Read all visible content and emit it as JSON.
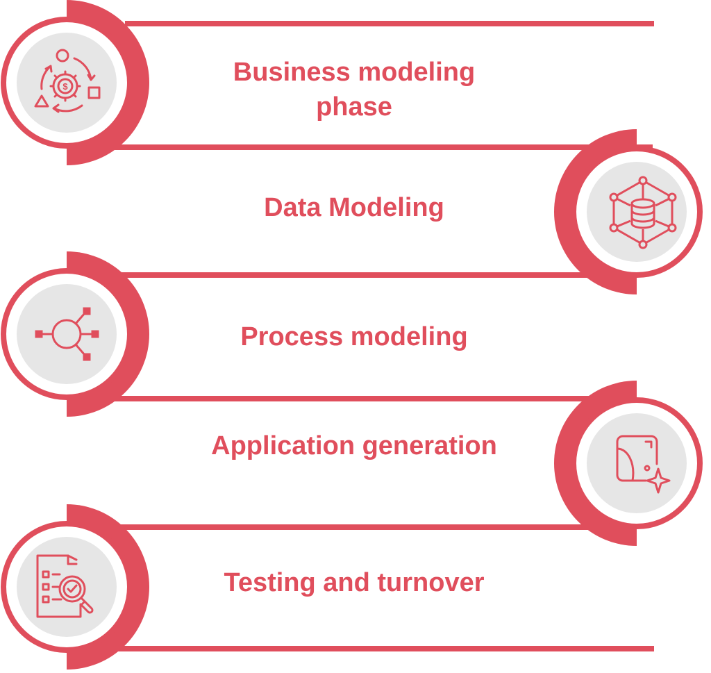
{
  "colors": {
    "accent": "#e04e5c",
    "icon_fill": "#e6e6e6",
    "background": "#ffffff"
  },
  "steps": [
    {
      "label_line1": "Business modeling",
      "label_line2": "phase",
      "icon": "cycle-gear-dollar-icon",
      "side": "left"
    },
    {
      "label_line1": "Data Modeling",
      "label_line2": "",
      "icon": "database-network-icon",
      "side": "right"
    },
    {
      "label_line1": "Process modeling",
      "label_line2": "",
      "icon": "process-hub-icon",
      "side": "left"
    },
    {
      "label_line1": "Application generation",
      "label_line2": "",
      "icon": "app-window-sparkle-icon",
      "side": "right"
    },
    {
      "label_line1": "Testing and turnover",
      "label_line2": "",
      "icon": "document-magnifier-check-icon",
      "side": "left"
    }
  ]
}
